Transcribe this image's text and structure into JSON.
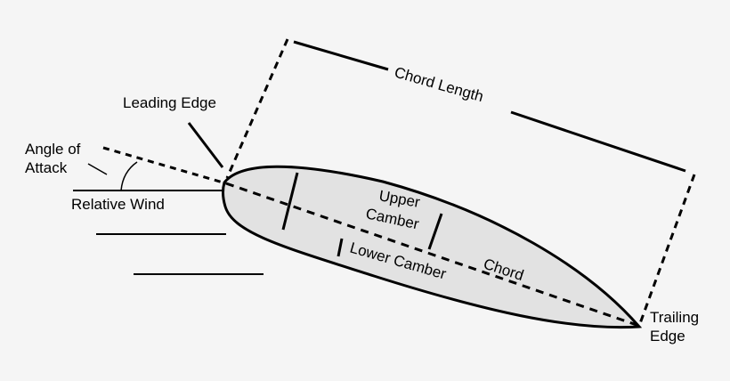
{
  "diagram": {
    "labels": {
      "chord_length": "Chord Length",
      "leading_edge": "Leading Edge",
      "angle_of_attack_line1": "Angle of",
      "angle_of_attack_line2": "Attack",
      "relative_wind": "Relative Wind",
      "upper_camber_line1": "Upper",
      "upper_camber_line2": "Camber",
      "lower_camber": "Lower Camber",
      "chord": "Chord",
      "trailing_edge_line1": "Trailing",
      "trailing_edge_line2": "Edge"
    },
    "colors": {
      "background": "#f5f5f5",
      "airfoil_fill": "#e2e2e2",
      "stroke": "#000000"
    }
  }
}
